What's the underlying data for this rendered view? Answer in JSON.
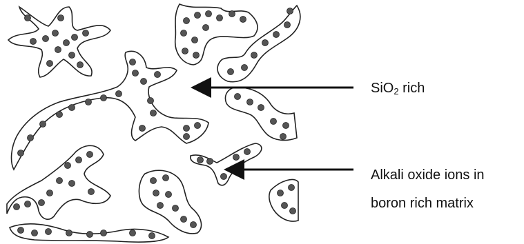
{
  "labels": {
    "sio2_prefix": "SiO",
    "sio2_subscript": "2",
    "sio2_suffix": " rich",
    "alkali_line1": "Alkali oxide ions in",
    "alkali_line2": "boron rich matrix"
  },
  "colors": {
    "ink": "#111111",
    "dot_fill": "#555555",
    "background": "#ffffff"
  }
}
